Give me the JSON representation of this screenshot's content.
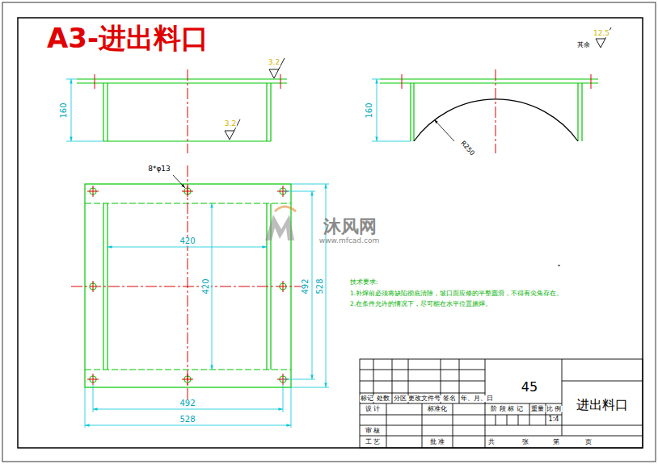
{
  "diagram": {
    "title": "A3-进出料口",
    "labels": [
      "3.2",
      "3.2",
      "其余",
      "12.5",
      "160",
      "160",
      "R250",
      "8*φ13",
      "420",
      "420",
      "492",
      "528",
      "492",
      "528",
      "沐风网",
      "www.mfcad.com",
      "技术要求:",
      "1.补焊前必须将缺陷彻底清除，坡口面应修的平整圆滑，不得有尖角存在。",
      "2.在条件允许的情况下，尽可能在水平位置施焊。",
      "45",
      "进出料口",
      "标记",
      "处数",
      "分区",
      "更改文件号",
      "签名",
      "年、月、日",
      "设 计",
      "标准化",
      "阶 段 标 记",
      "重量",
      "比 例",
      "1:4",
      "审 核",
      "工 艺",
      "批 准",
      "共",
      "张",
      "第",
      "页"
    ]
  }
}
